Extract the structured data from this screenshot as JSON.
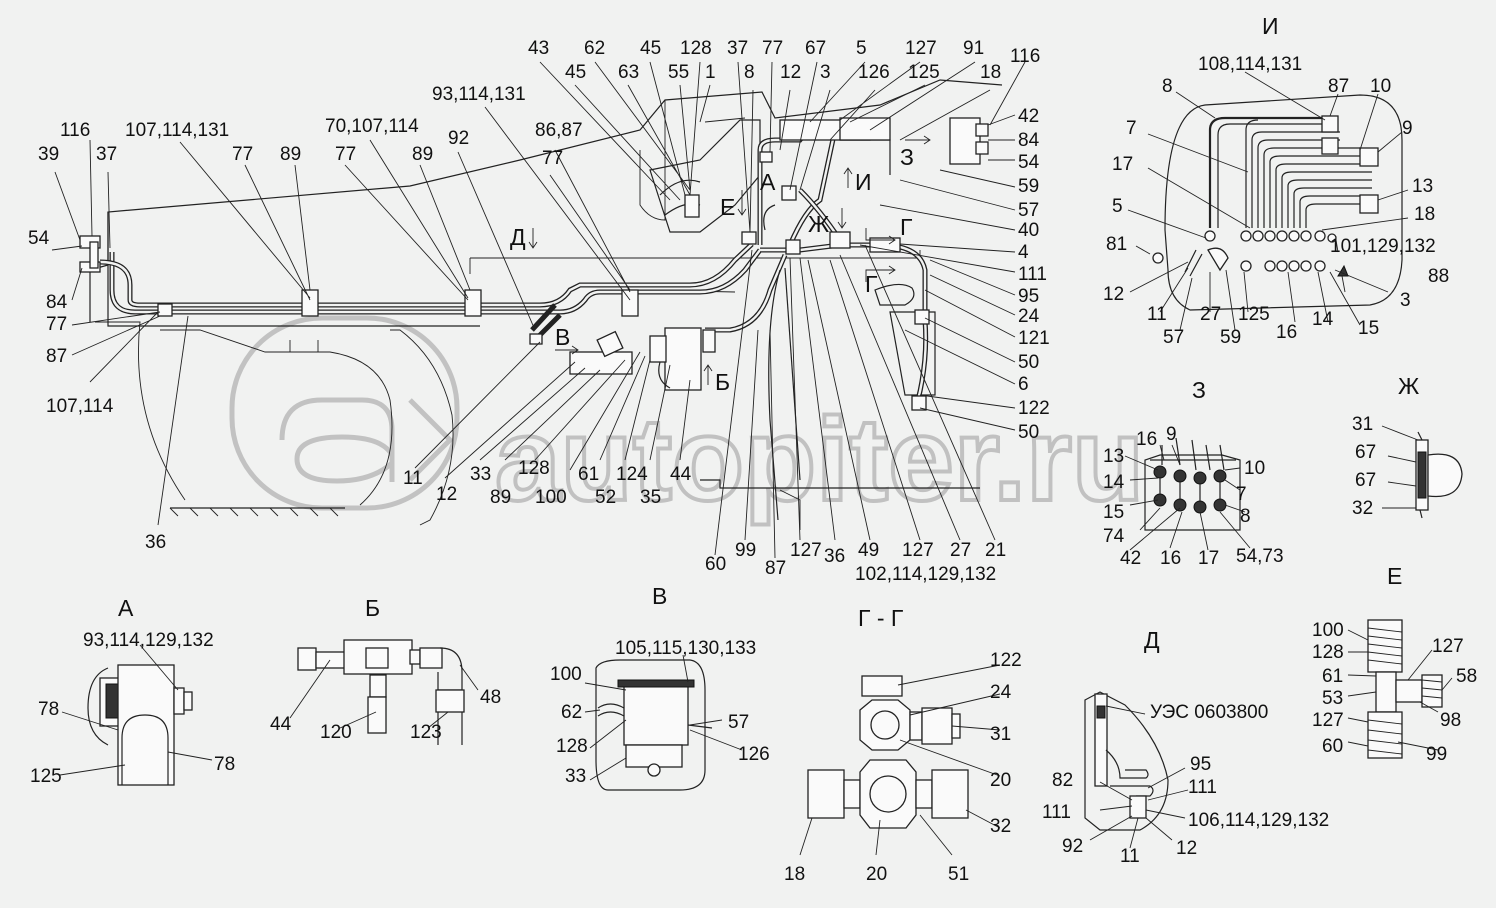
{
  "watermark": "autopiter.ru",
  "main_view_labels": [
    {
      "t": "116"
    },
    {
      "t": "39"
    },
    {
      "t": "37"
    },
    {
      "t": "54"
    },
    {
      "t": "84"
    },
    {
      "t": "77"
    },
    {
      "t": "87"
    },
    {
      "t": "107,114"
    },
    {
      "t": "107,114,131"
    },
    {
      "t": "77"
    },
    {
      "t": "89"
    },
    {
      "t": "70,107,114"
    },
    {
      "t": "77"
    },
    {
      "t": "89"
    },
    {
      "t": "92"
    },
    {
      "t": "93,114,131"
    },
    {
      "t": "86,87"
    },
    {
      "t": "77"
    },
    {
      "t": "43"
    },
    {
      "t": "62"
    },
    {
      "t": "45"
    },
    {
      "t": "45"
    },
    {
      "t": "63"
    },
    {
      "t": "55"
    },
    {
      "t": "128"
    },
    {
      "t": "1"
    },
    {
      "t": "37"
    },
    {
      "t": "8"
    },
    {
      "t": "77"
    },
    {
      "t": "12"
    },
    {
      "t": "67"
    },
    {
      "t": "3"
    },
    {
      "t": "5"
    },
    {
      "t": "126"
    },
    {
      "t": "127"
    },
    {
      "t": "125"
    },
    {
      "t": "91"
    },
    {
      "t": "18"
    },
    {
      "t": "116"
    },
    {
      "t": "42"
    },
    {
      "t": "84"
    },
    {
      "t": "54"
    },
    {
      "t": "59"
    },
    {
      "t": "57"
    },
    {
      "t": "40"
    },
    {
      "t": "4"
    },
    {
      "t": "111"
    },
    {
      "t": "95"
    },
    {
      "t": "24"
    },
    {
      "t": "121"
    },
    {
      "t": "50"
    },
    {
      "t": "6"
    },
    {
      "t": "122"
    },
    {
      "t": "50"
    },
    {
      "t": "21"
    },
    {
      "t": "27"
    },
    {
      "t": "127"
    },
    {
      "t": "102,114,129,132"
    },
    {
      "t": "49"
    },
    {
      "t": "36"
    },
    {
      "t": "127"
    },
    {
      "t": "87"
    },
    {
      "t": "99"
    },
    {
      "t": "60"
    },
    {
      "t": "44"
    },
    {
      "t": "35"
    },
    {
      "t": "52"
    },
    {
      "t": "124"
    },
    {
      "t": "61"
    },
    {
      "t": "100"
    },
    {
      "t": "128"
    },
    {
      "t": "89"
    },
    {
      "t": "33"
    },
    {
      "t": "12"
    },
    {
      "t": "11"
    },
    {
      "t": "36"
    }
  ],
  "main_view_markers": [
    {
      "t": "Д"
    },
    {
      "t": "В"
    },
    {
      "t": "Б"
    },
    {
      "t": "Е"
    },
    {
      "t": "А"
    },
    {
      "t": "Ж"
    },
    {
      "t": "И"
    },
    {
      "t": "З"
    },
    {
      "t": "Г"
    },
    {
      "t": "Г"
    }
  ],
  "sections": {
    "A": {
      "title": "А",
      "labels": [
        {
          "t": "93,114,129,132"
        },
        {
          "t": "78"
        },
        {
          "t": "125"
        },
        {
          "t": "78"
        }
      ]
    },
    "B": {
      "title": "Б",
      "labels": [
        {
          "t": "44"
        },
        {
          "t": "120"
        },
        {
          "t": "123"
        },
        {
          "t": "48"
        }
      ]
    },
    "V": {
      "title": "В",
      "labels": [
        {
          "t": "105,115,130,133"
        },
        {
          "t": "100"
        },
        {
          "t": "62"
        },
        {
          "t": "128"
        },
        {
          "t": "33"
        },
        {
          "t": "57"
        },
        {
          "t": "126"
        }
      ]
    },
    "GG": {
      "title": "Г - Г",
      "labels": [
        {
          "t": "122"
        },
        {
          "t": "24"
        },
        {
          "t": "31"
        },
        {
          "t": "20"
        },
        {
          "t": "32"
        },
        {
          "t": "18"
        },
        {
          "t": "20"
        },
        {
          "t": "51"
        }
      ]
    },
    "D": {
      "title": "Д",
      "note": "УЭС 0603800",
      "labels": [
        {
          "t": "95"
        },
        {
          "t": "82"
        },
        {
          "t": "111"
        },
        {
          "t": "111"
        },
        {
          "t": "106,114,129,132"
        },
        {
          "t": "92"
        },
        {
          "t": "11"
        },
        {
          "t": "12"
        }
      ]
    },
    "E": {
      "title": "Е",
      "labels": [
        {
          "t": "100"
        },
        {
          "t": "128"
        },
        {
          "t": "61"
        },
        {
          "t": "53"
        },
        {
          "t": "127"
        },
        {
          "t": "60"
        },
        {
          "t": "127"
        },
        {
          "t": "58"
        },
        {
          "t": "98"
        },
        {
          "t": "99"
        }
      ]
    },
    "I": {
      "title": "И",
      "labels": [
        {
          "t": "108,114,131"
        },
        {
          "t": "87"
        },
        {
          "t": "10"
        },
        {
          "t": "8"
        },
        {
          "t": "9"
        },
        {
          "t": "7"
        },
        {
          "t": "17"
        },
        {
          "t": "13"
        },
        {
          "t": "5"
        },
        {
          "t": "18"
        },
        {
          "t": "81"
        },
        {
          "t": "101,129,132"
        },
        {
          "t": "88"
        },
        {
          "t": "12"
        },
        {
          "t": "3"
        },
        {
          "t": "11"
        },
        {
          "t": "27"
        },
        {
          "t": "125"
        },
        {
          "t": "16"
        },
        {
          "t": "14"
        },
        {
          "t": "15"
        },
        {
          "t": "57"
        },
        {
          "t": "59"
        }
      ]
    },
    "Z": {
      "title": "З",
      "labels": [
        {
          "t": "16"
        },
        {
          "t": "9"
        },
        {
          "t": "13"
        },
        {
          "t": "10"
        },
        {
          "t": "14"
        },
        {
          "t": "7"
        },
        {
          "t": "15"
        },
        {
          "t": "8"
        },
        {
          "t": "74"
        },
        {
          "t": "42"
        },
        {
          "t": "16"
        },
        {
          "t": "17"
        },
        {
          "t": "54,73"
        }
      ]
    },
    "ZH": {
      "title": "Ж",
      "labels": [
        {
          "t": "31"
        },
        {
          "t": "67"
        },
        {
          "t": "67"
        },
        {
          "t": "32"
        }
      ]
    }
  }
}
